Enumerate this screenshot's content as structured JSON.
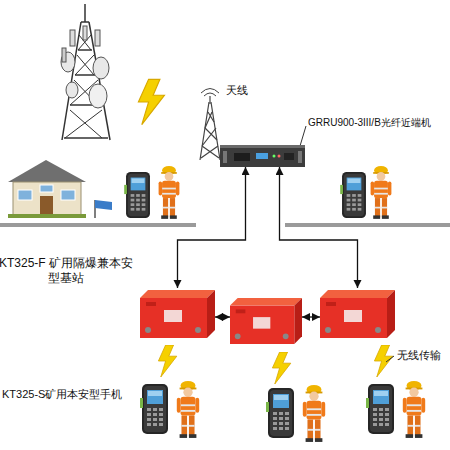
{
  "diagram": {
    "nodes": [
      {
        "text": [
          "GRRU900-3III/B光纤近端机"
        ]
      },
      {
        "text": [
          "KT325-F 矿用隔爆兼本安型基站"
        ]
      },
      {
        "text": []
      },
      {
        "text": []
      }
    ],
    "edges": [
      {
        "from": 1,
        "to": 0,
        "arrow": "both"
      },
      {
        "from": 3,
        "to": 0,
        "arrow": "both"
      },
      {
        "from": 1,
        "to": 2,
        "arrow": "both"
      },
      {
        "from": 2,
        "to": 3,
        "arrow": "both"
      }
    ],
    "labels": [
      "天线",
      "KT325-S矿用本安型手机",
      "无线传输"
    ]
  }
}
